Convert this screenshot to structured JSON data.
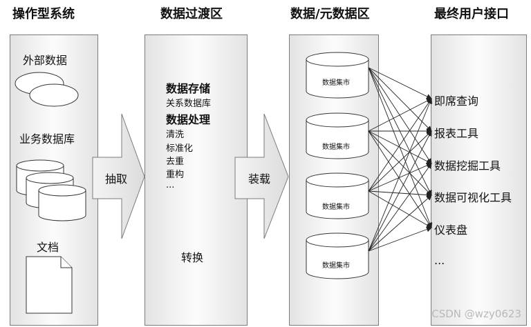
{
  "headers": {
    "source_systems": "操作型系统",
    "staging": "数据过渡区",
    "data_meta": "数据/元数据区",
    "end_user": "最终用户接口"
  },
  "source": {
    "external_data": "外部数据",
    "business_db": "业务数据库",
    "documents": "文档"
  },
  "arrows": {
    "extract": "抽取",
    "load": "装载"
  },
  "staging": {
    "storage_title": "数据存储",
    "storage_item": "关系数据库",
    "processing_title": "数据处理",
    "processing_items": [
      "清洗",
      "标准化",
      "去重",
      "重构",
      "..."
    ],
    "transform": "转换"
  },
  "datamarts": [
    "数据集市",
    "数据集市",
    "数据集市",
    "数据集市"
  ],
  "interfaces": [
    "即席查询",
    "报表工具",
    "数据挖掘工具",
    "数据可视化工具",
    "仪表盘",
    "..."
  ],
  "watermark": "CSDN @wzy0623"
}
